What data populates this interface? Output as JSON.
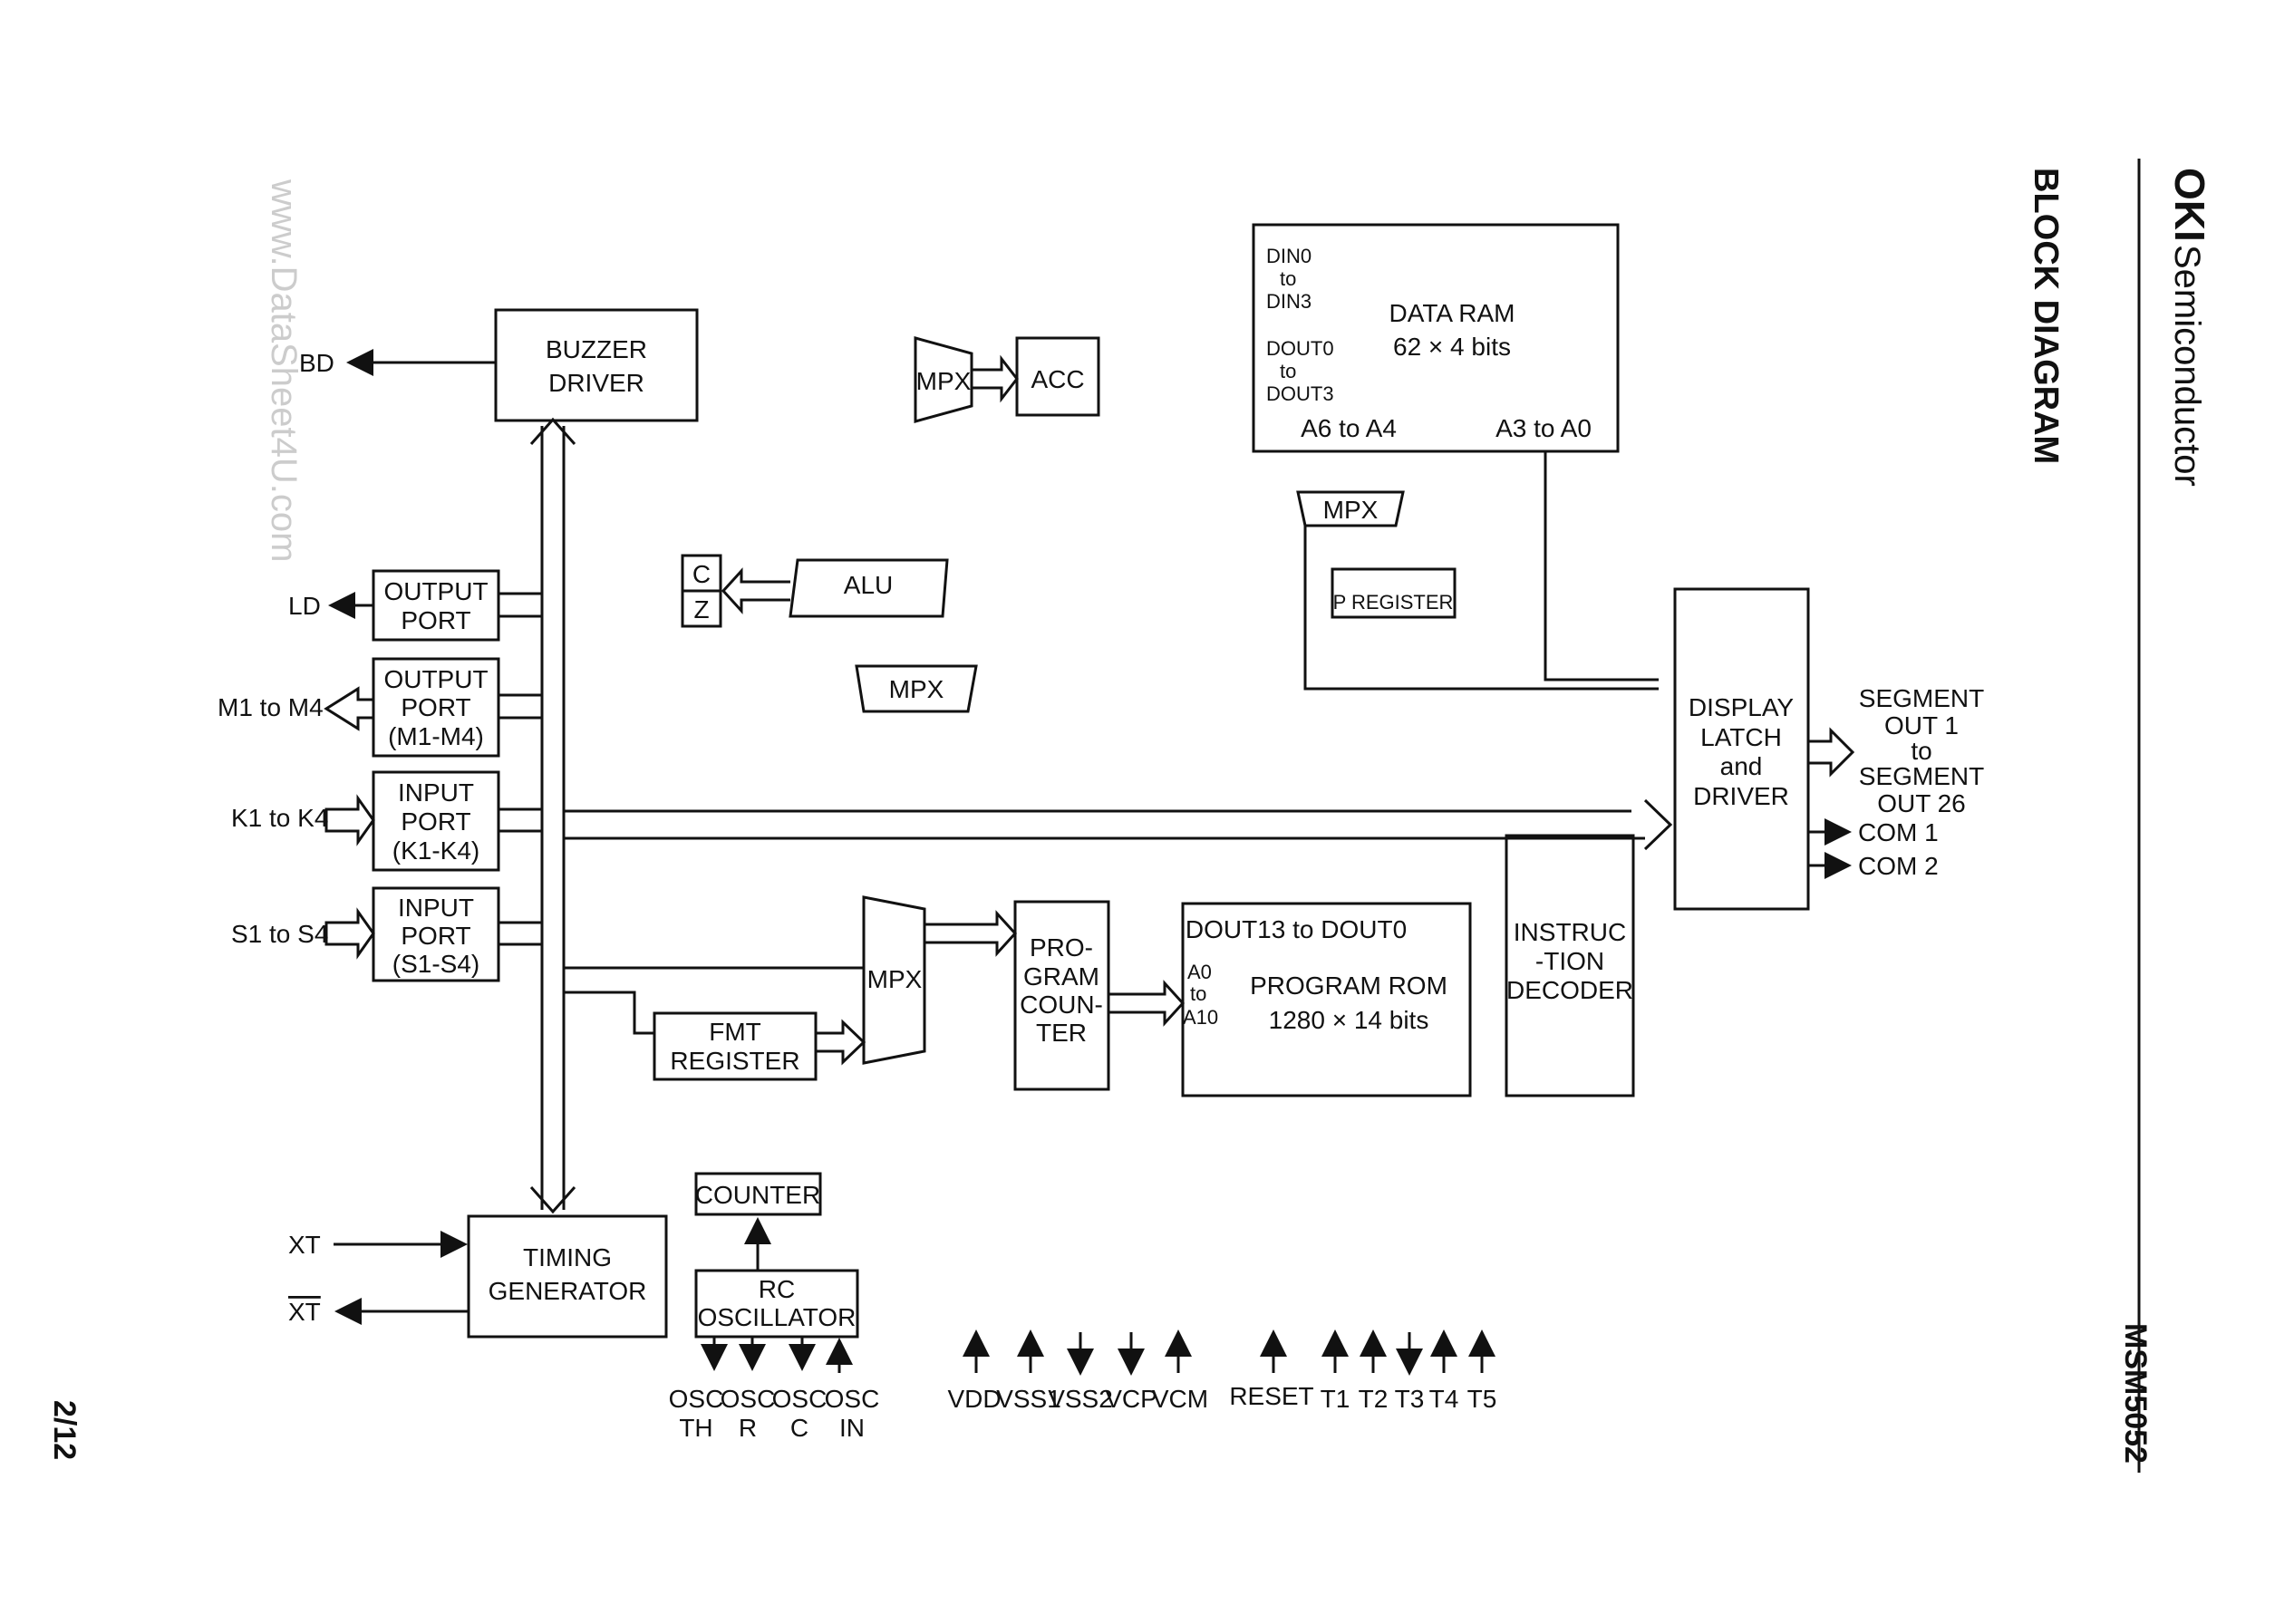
{
  "header": {
    "brand": "OKI",
    "brand_suffix": "Semiconductor",
    "section_title": "BLOCK DIAGRAM",
    "part_number": "MSM5052",
    "page": "2/12",
    "watermark": "www.DataSheet4U.com"
  },
  "blocks": {
    "buzzer_driver": [
      "BUZZER",
      "DRIVER"
    ],
    "output_port_ld": [
      "OUTPUT",
      "PORT"
    ],
    "output_port_m": [
      "OUTPUT",
      "PORT",
      "(M1-M4)"
    ],
    "input_port_k": [
      "INPUT",
      "PORT",
      "(K1-K4)"
    ],
    "input_port_s": [
      "INPUT",
      "PORT",
      "(S1-S4)"
    ],
    "fmt_register": [
      "FMT",
      "REGISTER"
    ],
    "counter": "COUNTER",
    "rc_oscillator": [
      "RC",
      "OSCILLATOR"
    ],
    "timing_generator": [
      "TIMING",
      "GENERATOR"
    ],
    "mpx": "MPX",
    "acc": "ACC",
    "alu": "ALU",
    "c_flag": "C",
    "z_flag": "Z",
    "data_ram": {
      "din": [
        "DIN0",
        "to",
        "DIN3"
      ],
      "dout": [
        "DOUT0",
        "to",
        "DOUT3"
      ],
      "name": "DATA RAM",
      "size": "62 × 4 bits",
      "addr_hi": "A6 to A4",
      "addr_lo": "A3 to A0"
    },
    "p_register": "P REGISTER",
    "display_latch": [
      "DISPLAY",
      "LATCH",
      "and",
      "DRIVER"
    ],
    "program_counter": [
      "PRO-",
      "GRAM",
      "COUN-",
      "TER"
    ],
    "program_rom": {
      "dout": "DOUT13 to DOUT0",
      "addr": [
        "A0",
        "to",
        "A10"
      ],
      "name": "PROGRAM ROM",
      "size": "1280 × 14 bits"
    },
    "instruction_decoder": [
      "INSTRUC",
      "-TION",
      "DECODER"
    ]
  },
  "signals": {
    "bd": "BD",
    "ld": "LD",
    "m": "M1 to M4",
    "k": "K1 to K4",
    "s": "S1 to S4",
    "xt": "XT",
    "xt_bar": "XT",
    "segment": [
      "SEGMENT",
      "OUT 1",
      "to",
      "SEGMENT",
      "OUT 26"
    ],
    "com1": "COM 1",
    "com2": "COM 2",
    "osc": [
      [
        "OSC",
        "TH"
      ],
      [
        "OSC",
        "R"
      ],
      [
        "OSC",
        "C"
      ],
      [
        "OSC",
        "IN"
      ]
    ],
    "power": [
      "VDD",
      "VSS1",
      "VSS2",
      "VCP",
      "VCM"
    ],
    "tests": [
      "RESET",
      "T1",
      "T2",
      "T3",
      "T4",
      "T5"
    ]
  }
}
